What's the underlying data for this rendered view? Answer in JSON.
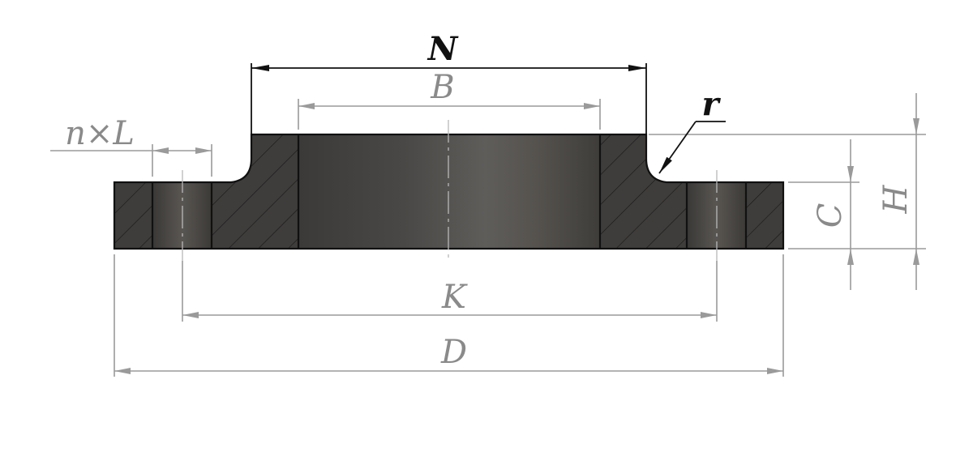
{
  "labels": {
    "N": "N",
    "B": "B",
    "r": "r",
    "nxL": "n×L",
    "C": "C",
    "H": "H",
    "K": "K",
    "D": "D"
  },
  "colors": {
    "section_fill": "#3f3d3b",
    "bore_fill": "#4e4c49",
    "line": "#111111",
    "dimension_gray": "#9a9a9a"
  }
}
